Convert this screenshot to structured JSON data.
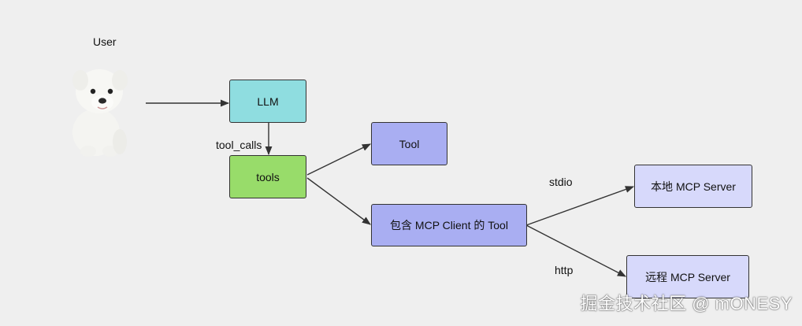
{
  "user": {
    "label": "User"
  },
  "nodes": {
    "llm": {
      "label": "LLM",
      "color": "#8fdde0"
    },
    "tools": {
      "label": "tools",
      "color": "#98dc6a"
    },
    "tool": {
      "label": "Tool",
      "color": "#a9aef2"
    },
    "mcp_tool": {
      "label": "包含 MCP Client 的 Tool",
      "color": "#a9aef2"
    },
    "local_server": {
      "label": "本地 MCP Server",
      "color": "#d7d9fb"
    },
    "remote_server": {
      "label": "远程 MCP Server",
      "color": "#d7d9fb"
    }
  },
  "edges": {
    "tool_calls": "tool_calls",
    "stdio": "stdio",
    "http": "http"
  },
  "watermark": "掘金技术社区 @ mONESY"
}
